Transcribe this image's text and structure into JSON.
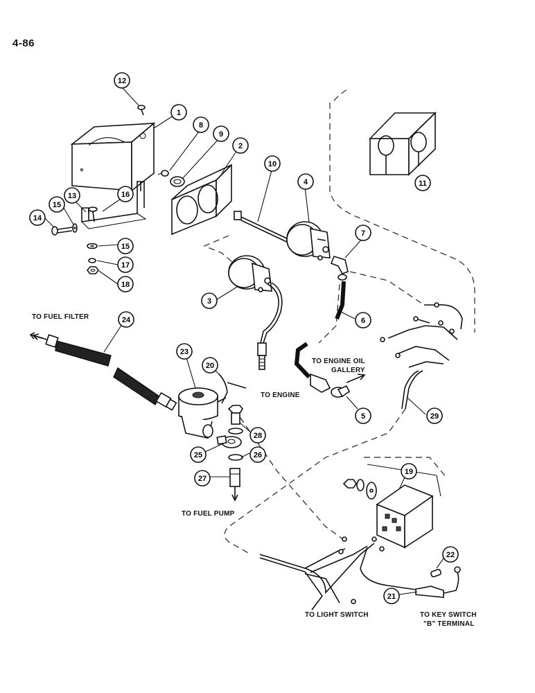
{
  "page": {
    "number": "4-86"
  },
  "labels": {
    "to_fuel_filter": "TO FUEL FILTER",
    "to_engine": "TO ENGINE",
    "to_engine_oil_gallery_1": "TO ENGINE OIL",
    "to_engine_oil_gallery_2": "GALLERY",
    "to_fuel_pump": "TO FUEL PUMP",
    "to_light_switch": "TO LIGHT SWITCH",
    "to_key_switch_1": "TO KEY SWITCH",
    "to_key_switch_2": "\"B\" TERMINAL"
  },
  "callouts": [
    "1",
    "2",
    "3",
    "4",
    "5",
    "6",
    "7",
    "8",
    "9",
    "10",
    "11",
    "12",
    "13",
    "14",
    "15",
    "15",
    "16",
    "17",
    "18",
    "19",
    "20",
    "21",
    "22",
    "23",
    "24",
    "25",
    "26",
    "27",
    "28",
    "29"
  ]
}
